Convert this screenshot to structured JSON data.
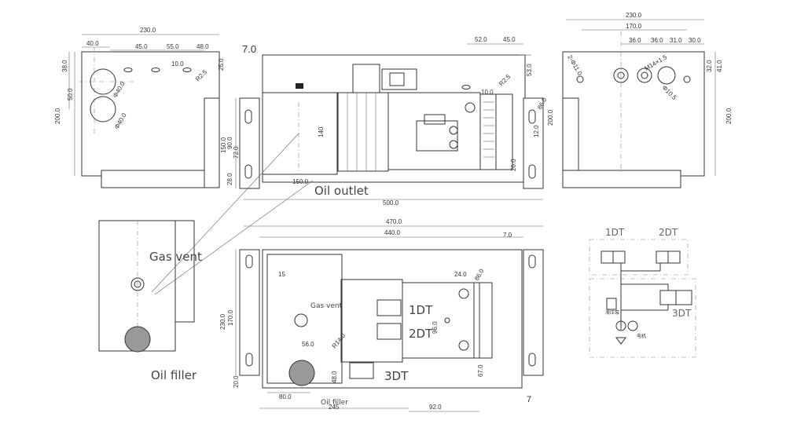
{
  "labels": {
    "oil_outlet": "Oil outlet",
    "gas_vent_large": "Gas vent",
    "oil_filler_large": "Oil filler",
    "gas_vent_small": "Gas vent",
    "oil_filler_small": "Oil filler",
    "valve_1": "1DT",
    "valve_2": "2DT",
    "valve_3": "3DT",
    "sch_1": "1DT",
    "sch_2": "2DT",
    "sch_3": "3DT"
  },
  "left_view": {
    "d_230": "230.0",
    "d_40": "40.0",
    "d_45": "45.0",
    "d_55": "55.0",
    "d_48": "48.0",
    "d_10": "10.0",
    "d_r25": "R2.5",
    "d_25": "25.0",
    "d_38": "38.0",
    "d_50": "50.0",
    "d_200": "200.0",
    "d_phi40a": "Φ40.0",
    "d_phi40b": "Φ40.0"
  },
  "front_view": {
    "d_7": "7.0",
    "d_52": "52.0",
    "d_45": "45.0",
    "d_53": "53.0",
    "d_86": "86.0",
    "d_r25": "R2.5",
    "d_10": "10.0",
    "d_12": "12.0",
    "d_200": "200.0",
    "d_20": "20.0",
    "d_150": "150.0",
    "d_90": "90.0",
    "d_72": "72.0",
    "d_28": "28.0",
    "d_140": "140",
    "d_150b": "150.0",
    "d_500": "500.0"
  },
  "right_view": {
    "d_230": "230.0",
    "d_170": "170.0",
    "d_36a": "36.0",
    "d_36b": "36.0",
    "d_31": "31.0",
    "d_30": "30.0",
    "d_32": "32.0",
    "d_41": "41.0",
    "d_200": "200.0",
    "d_2phi11": "2-Φ11.0",
    "d_m14": "M14×1.5",
    "d_phi105": "Φ10.5"
  },
  "top_view": {
    "d_470": "470.0",
    "d_440": "440.0",
    "d_7": "7.0",
    "d_15": "15",
    "d_24": "24.0",
    "d_86": "86.0",
    "d_96": "96.0",
    "d_170": "170.0",
    "d_230": "230.0",
    "d_56": "56.0",
    "d_r14": "R14.0",
    "d_20": "20.0",
    "d_48": "48.0",
    "d_67": "67.0",
    "d_80": "80.0",
    "d_245": "245",
    "d_92": "92.0",
    "d_7b": "7"
  },
  "schematic": {
    "pump_label": "液压泵",
    "motor_label": "电机"
  }
}
